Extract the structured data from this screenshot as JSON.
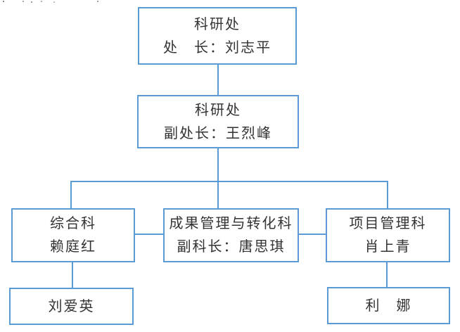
{
  "diagram": {
    "accent_color": "#5b9bd5",
    "text_color": "#333333",
    "nodes": {
      "director": {
        "line1": "科研处",
        "line2": "处　长：刘志平"
      },
      "deputy": {
        "line1": "科研处",
        "line2": "副处长：王烈峰"
      },
      "general": {
        "line1": "综合科",
        "line2": "赖庭红"
      },
      "achievement": {
        "line1": "成果管理与转化科",
        "line2": "副科长：唐思琪"
      },
      "project": {
        "line1": "项目管理科",
        "line2": "肖上青"
      },
      "staff_left": {
        "line1": "刘爱英"
      },
      "staff_right": {
        "line1": "利　娜"
      }
    }
  }
}
